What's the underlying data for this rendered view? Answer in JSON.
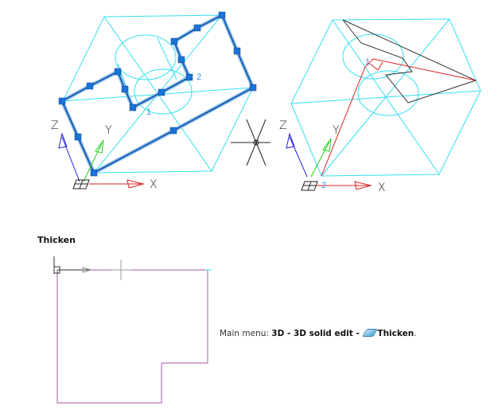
{
  "figure_left": {
    "label_1": "1",
    "label_2": "2",
    "axis_x": "X",
    "axis_y": "Y",
    "axis_z": "Z"
  },
  "figure_right": {
    "label_1": "1",
    "label_2": "2",
    "axis_x": "X",
    "axis_y": "Y",
    "axis_z": "Z"
  },
  "section": {
    "heading": "Thicken"
  },
  "menu_path": {
    "prefix": "Main menu: ",
    "path": "3D - 3D solid edit - ",
    "command": "Thicken",
    "suffix": ".",
    "icon": "thicken-icon"
  },
  "colors": {
    "wire": "#33e0f0",
    "selection": "#1a73d9",
    "polyline": "#a55aa8",
    "x_axis": "#e02020",
    "y_axis": "#20d020",
    "z_axis": "#2020e0"
  }
}
